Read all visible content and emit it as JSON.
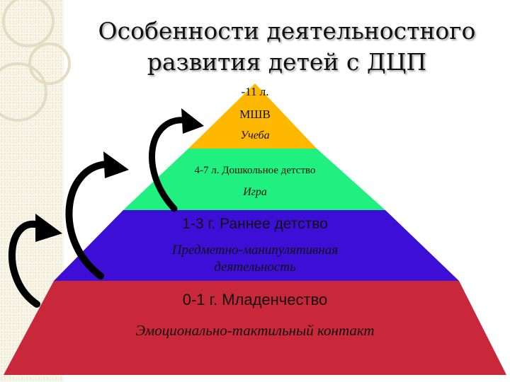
{
  "title": {
    "line1": "Особенности деятельностного",
    "line2": "развития детей с ДЦП"
  },
  "pyramid": {
    "tier1": {
      "age": "-11 л.",
      "name": "МШВ",
      "activity": "Учеба",
      "color": "#ffb800"
    },
    "tier2": {
      "age_name": "4-7 л. Дошкольное детство",
      "activity": "Игра",
      "color": "#1ff080"
    },
    "tier3": {
      "age_name": "1-3 г. Раннее детство",
      "activity_line1": "Предметно-манипулятивная",
      "activity_line2": "деятельность",
      "color": "#3d0fd6"
    },
    "tier4": {
      "age_name": "0-1 г. Младенчество",
      "activity": "Эмоционально-тактильный контакт",
      "color": "#c8283a"
    }
  },
  "arrows": {
    "count": 3,
    "color": "#000000",
    "icon": "curved-arrow-icon"
  }
}
